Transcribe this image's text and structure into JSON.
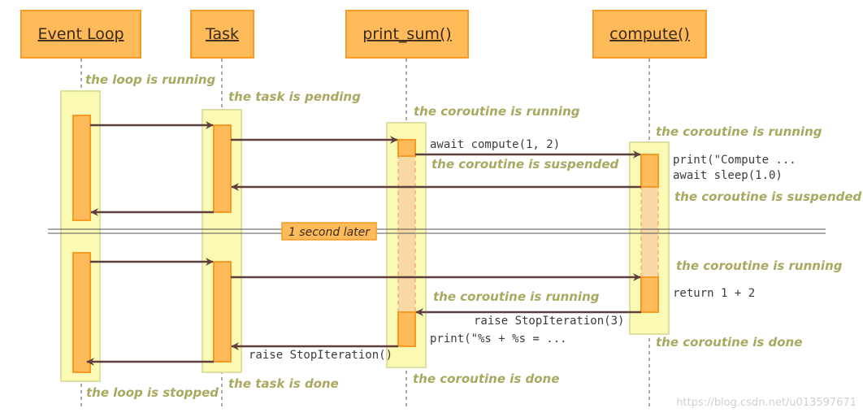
{
  "participants": {
    "event_loop": "Event Loop",
    "task": "Task",
    "print_sum": "print_sum()",
    "compute": "compute()"
  },
  "states": {
    "loop_running": "the loop is running",
    "task_pending": "the task is pending",
    "ps_running_1": "the coroutine is running",
    "cmp_running_1": "the coroutine is running",
    "ps_suspended": "the coroutine is suspended",
    "cmp_suspended": "the coroutine is suspended",
    "cmp_running_2": "the coroutine is running",
    "ps_running_2": "the coroutine is running",
    "cmp_done": "the coroutine is done",
    "ps_done": "the coroutine is done",
    "task_done": "the task is done",
    "loop_stopped": "the loop is stopped"
  },
  "messages": {
    "await_compute": "await compute(1, 2)",
    "print_compute": "print(\"Compute ...",
    "await_sleep": "await sleep(1.0)",
    "return_sum": "return 1 + 2",
    "raise_stop_3": "raise StopIteration(3)",
    "print_sum_line": "print(\"%s + %s = ...",
    "raise_stop": "raise StopIteration()"
  },
  "divider_label": "1 second later",
  "watermark": "https://blog.csdn.net/u013597671",
  "colors": {
    "header_fill": "#ffba5a",
    "header_stroke": "#f59a24",
    "scope_fill": "#fafab4",
    "arrow": "#5e3e3e",
    "state_text": "#a8a860"
  }
}
